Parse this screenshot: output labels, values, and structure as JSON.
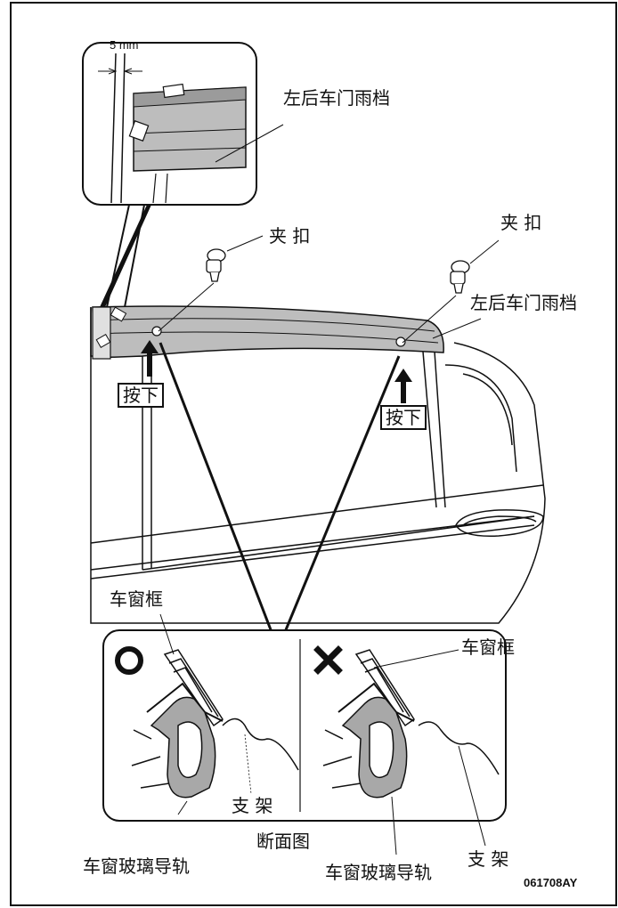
{
  "labels": {
    "dimension": "5 mm",
    "rear_visor_top": "左后车门雨档",
    "clip_left": "夹 扣",
    "clip_right": "夹 扣",
    "rear_visor_right": "左后车门雨档",
    "press_left": "按下",
    "press_right": "按下",
    "frame_left": "车窗框",
    "frame_right": "车窗框",
    "bracket_left": "支 架",
    "bracket_right": "支 架",
    "section_caption": "断面图",
    "guide_left": "车窗玻璃导轨",
    "guide_right": "车窗玻璃导轨",
    "figure_code": "061708AY"
  },
  "symbols": {
    "correct": "O",
    "incorrect": "X"
  },
  "colors": {
    "ink": "#111111",
    "visor_fill": "#b8b8b8",
    "visor_dark": "#8c8c8c",
    "panel_bg": "#ffffff"
  }
}
